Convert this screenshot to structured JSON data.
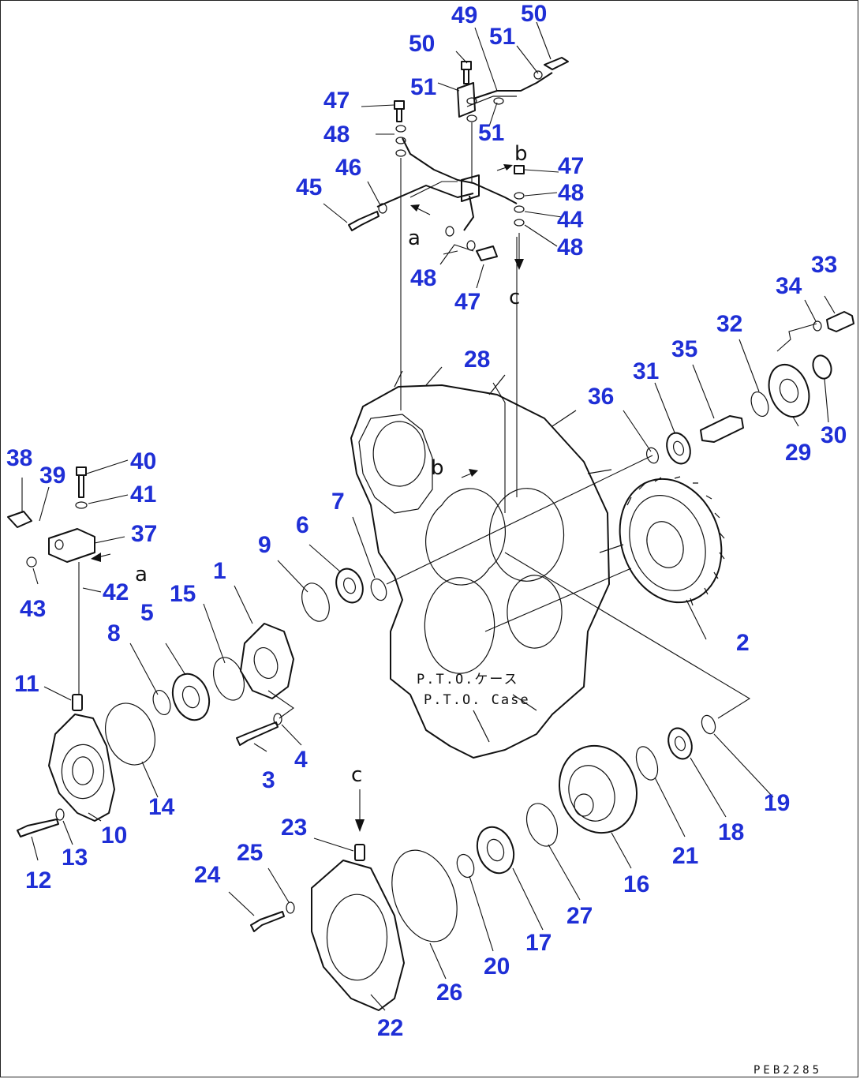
{
  "callouts": [
    "1",
    "2",
    "3",
    "4",
    "5",
    "6",
    "7",
    "8",
    "9",
    "10",
    "11",
    "12",
    "13",
    "14",
    "15",
    "16",
    "17",
    "18",
    "19",
    "20",
    "21",
    "22",
    "23",
    "24",
    "25",
    "26",
    "27",
    "28",
    "29",
    "30",
    "31",
    "32",
    "33",
    "34",
    "35",
    "36",
    "37",
    "38",
    "39",
    "40",
    "41",
    "42",
    "43",
    "44",
    "45",
    "46",
    "47",
    "48",
    "49",
    "50",
    "51"
  ],
  "flow_labels": [
    "a",
    "b",
    "c"
  ],
  "case_label_jp": "P.T.O.ケース",
  "case_label_en": "P.T.O. Case",
  "drawing_code": "PEB2285",
  "colors": {
    "callout": "#1f2fd6",
    "line": "#111111",
    "background": "#ffffff"
  }
}
